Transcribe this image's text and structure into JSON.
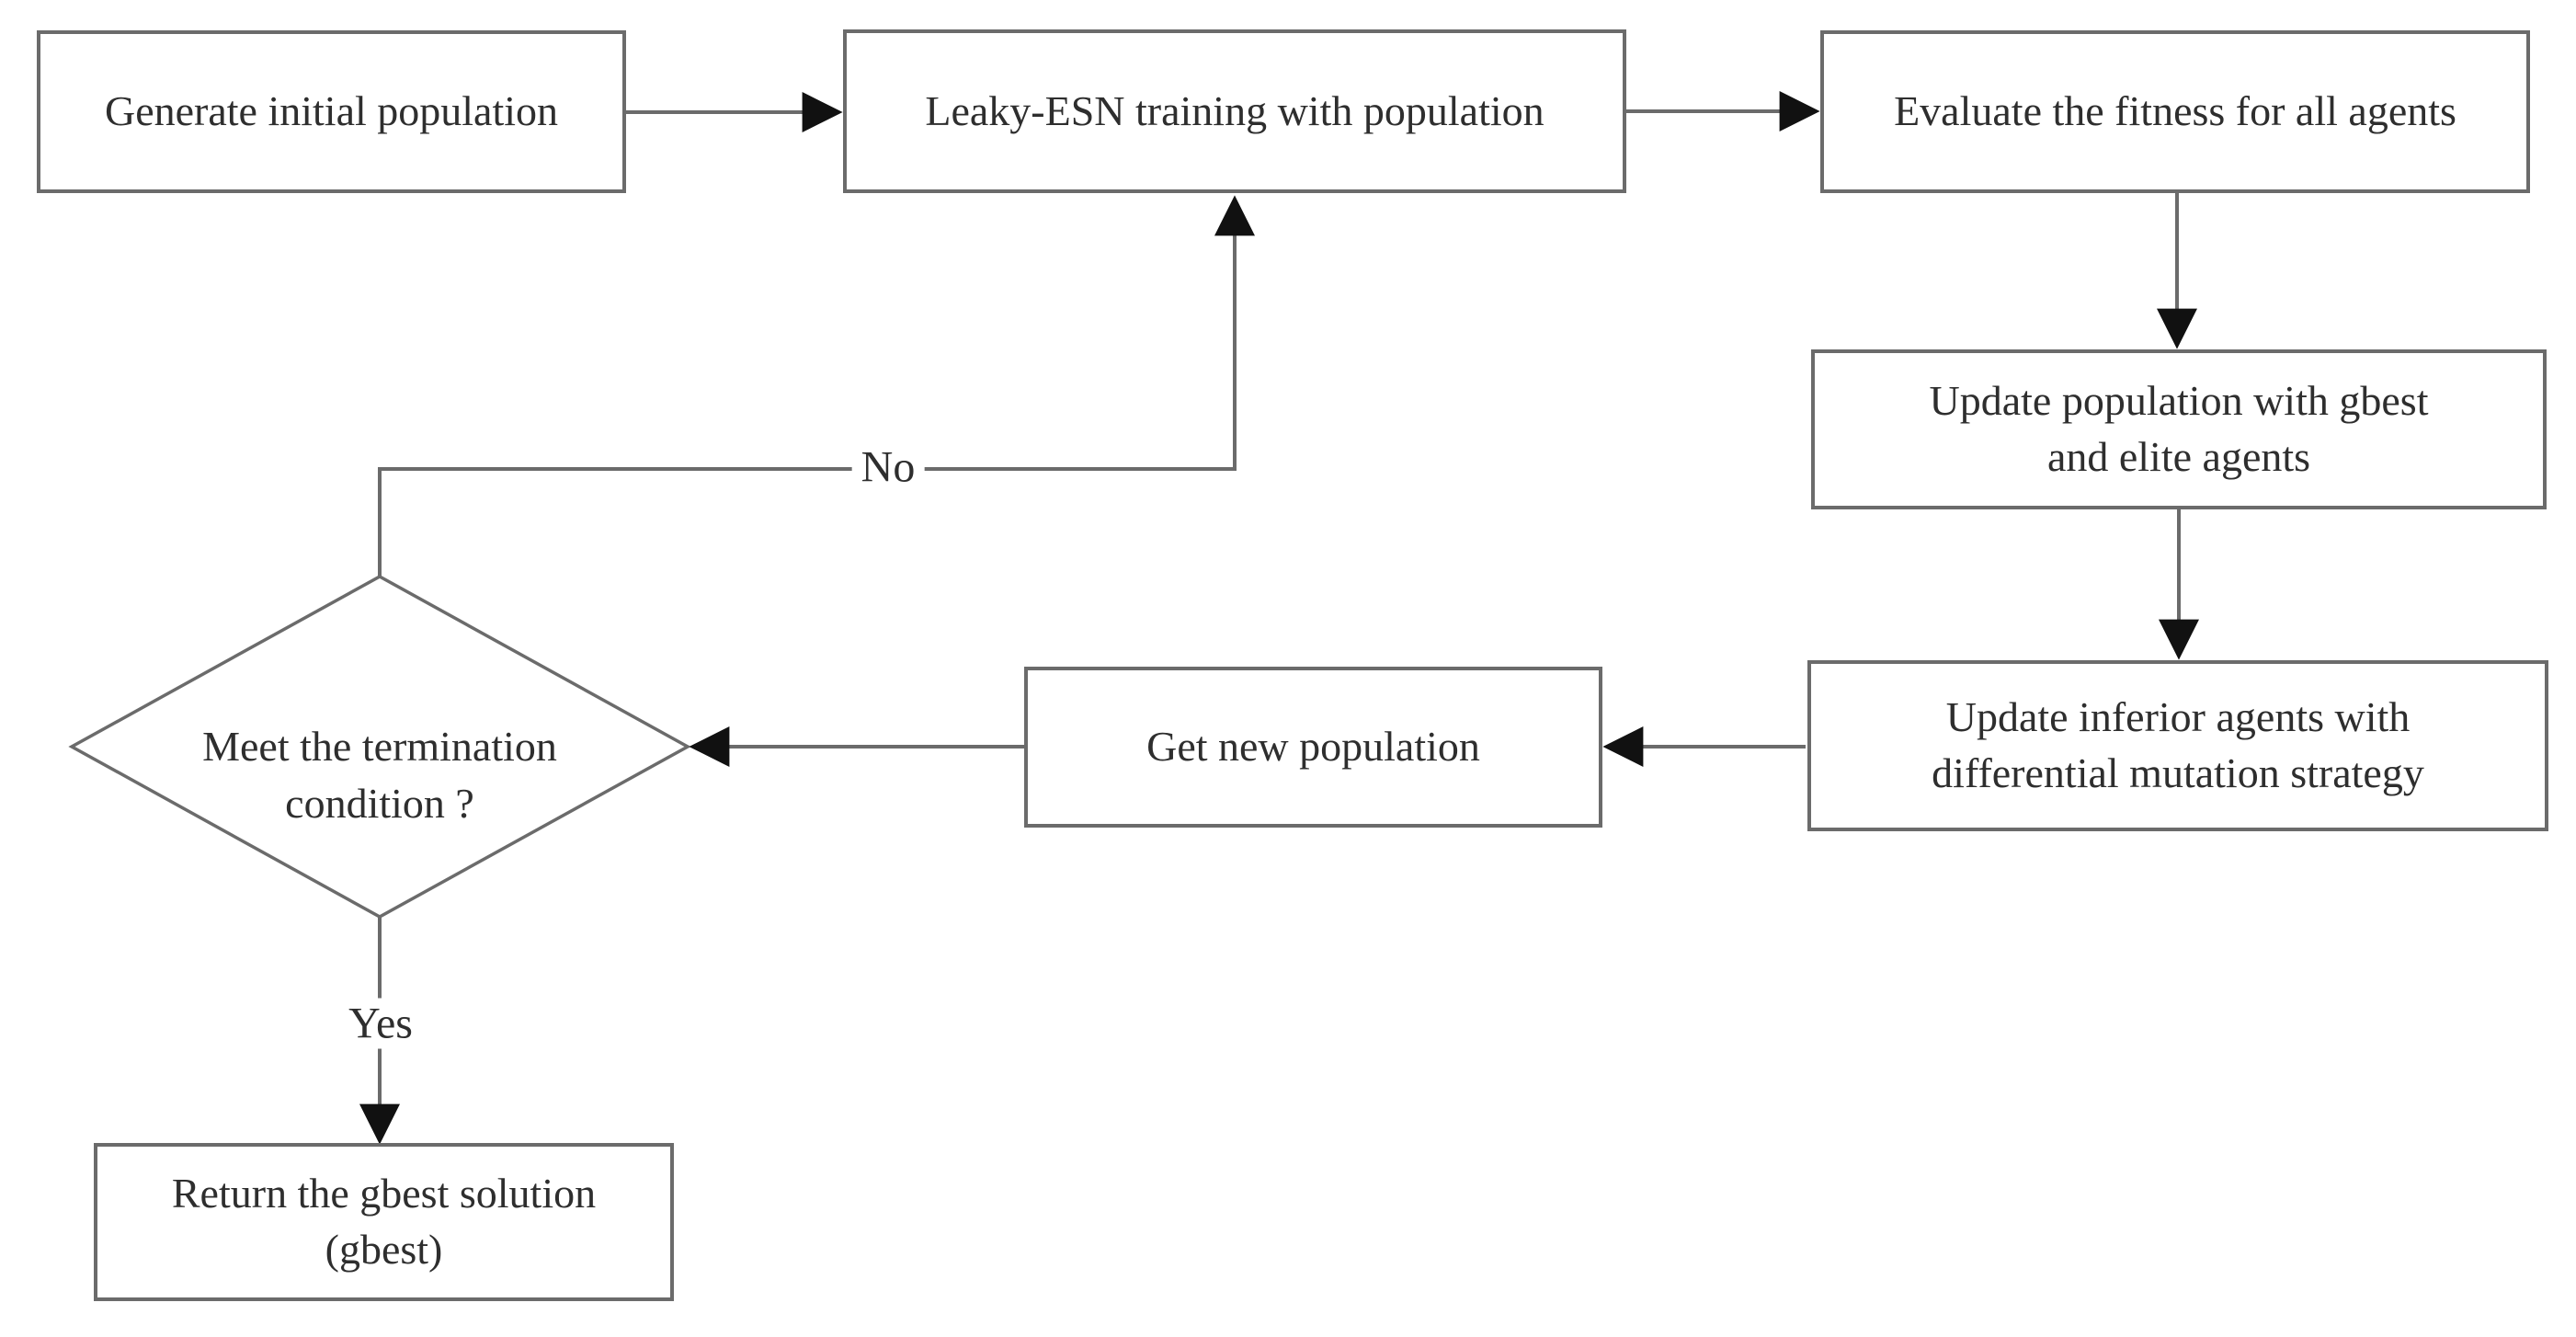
{
  "diagram": {
    "type": "flowchart",
    "background": "#ffffff",
    "colors": {
      "box_border": "#6b6b6b",
      "box_fill": "#ffffff",
      "connector_line": "#6b6b6b",
      "arrowhead": "#111111",
      "text": "#2e2e2e"
    },
    "nodes": [
      {
        "id": "generate",
        "shape": "rect",
        "label": "Generate initial population"
      },
      {
        "id": "training",
        "shape": "rect",
        "label": "Leaky-ESN training with population"
      },
      {
        "id": "evaluate",
        "shape": "rect",
        "label": "Evaluate the fitness for all agents"
      },
      {
        "id": "update_population",
        "shape": "rect",
        "label": [
          "Update population with gbest",
          "and elite agents"
        ]
      },
      {
        "id": "update_inferior",
        "shape": "rect",
        "label": [
          "Update inferior agents with",
          "differential mutation strategy"
        ]
      },
      {
        "id": "get_new_population",
        "shape": "rect",
        "label": "Get new population"
      },
      {
        "id": "termination",
        "shape": "diamond",
        "label": [
          "Meet the termination",
          "condition ?"
        ]
      },
      {
        "id": "return_gbest",
        "shape": "rect",
        "label": [
          "Return the gbest solution",
          "(gbest)"
        ]
      }
    ],
    "edges": [
      {
        "from": "generate",
        "to": "training",
        "label": ""
      },
      {
        "from": "training",
        "to": "evaluate",
        "label": ""
      },
      {
        "from": "evaluate",
        "to": "update_population",
        "label": ""
      },
      {
        "from": "update_population",
        "to": "update_inferior",
        "label": ""
      },
      {
        "from": "update_inferior",
        "to": "get_new_population",
        "label": ""
      },
      {
        "from": "get_new_population",
        "to": "termination",
        "label": ""
      },
      {
        "from": "termination",
        "to": "training",
        "label": "No"
      },
      {
        "from": "termination",
        "to": "return_gbest",
        "label": "Yes"
      }
    ]
  }
}
